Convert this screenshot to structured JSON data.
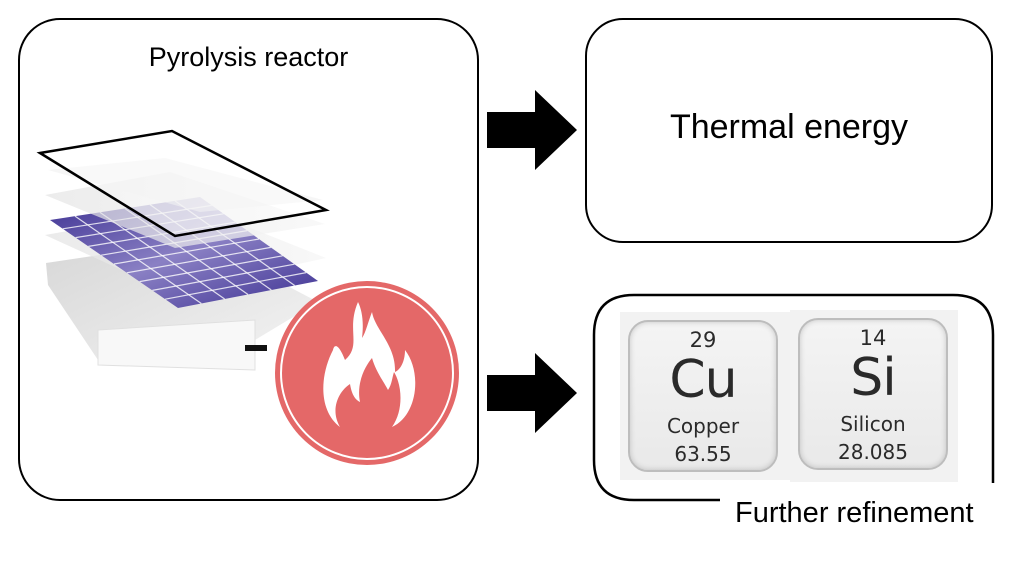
{
  "diagram": {
    "reactor": {
      "title": "Pyrolysis reactor",
      "illustration": "exploded-solar-panel",
      "badge_icon": "fire-icon",
      "badge_color": "#e46868"
    },
    "outputs": [
      {
        "id": "thermal",
        "label": "Thermal energy"
      },
      {
        "id": "materials",
        "caption": "Further refinement"
      }
    ],
    "elements": [
      {
        "number": "29",
        "symbol": "Cu",
        "name": "Copper",
        "mass": "63.55"
      },
      {
        "number": "14",
        "symbol": "Si",
        "name": "Silicon",
        "mass": "28.085"
      }
    ],
    "arrow_color": "#000000",
    "cell_color": "#4a3e9c"
  }
}
